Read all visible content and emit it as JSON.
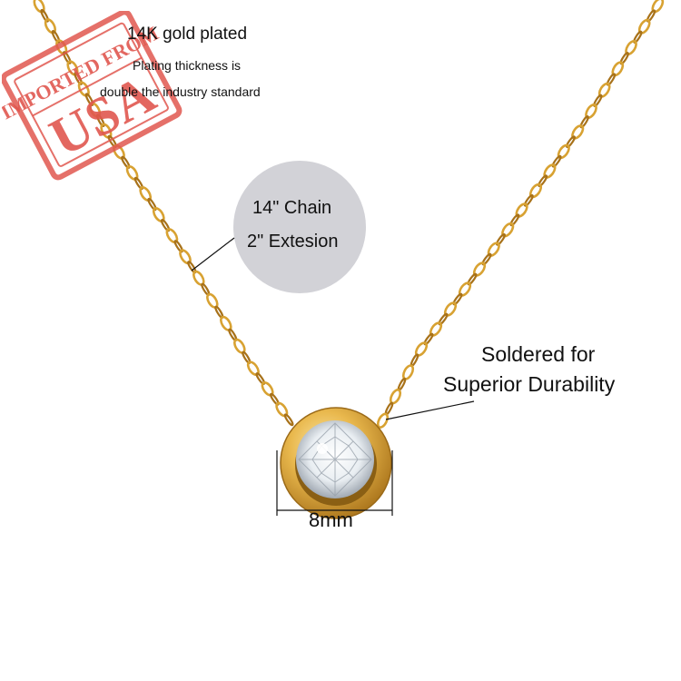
{
  "stamp": {
    "top_text": "IMPORTED FROM",
    "big_text": "USA",
    "color": "#e0574f"
  },
  "plating": {
    "title": "14K gold plated",
    "line1": "Plating thickness is",
    "line2": "double the industry standard"
  },
  "chain_badge": {
    "line1": "14\" Chain",
    "line2": "2\" Extesion",
    "fill": "#d2d2d7"
  },
  "solder_callout": {
    "line1": "Soldered for",
    "line2": "Superior Durability"
  },
  "dimension": {
    "label": "8mm"
  },
  "colors": {
    "gold": "#d8a232",
    "gold_dark": "#a8721a",
    "bezel_light": "#f7d889"
  }
}
